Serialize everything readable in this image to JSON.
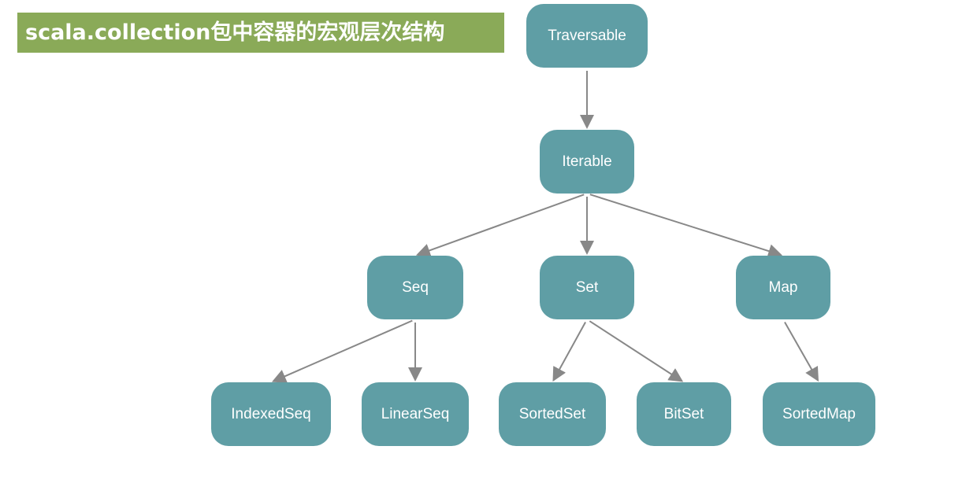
{
  "title": "scala.collection包中容器的宏观层次结构",
  "colors": {
    "title_background": "#8aaa58",
    "node_fill": "#5f9ea5",
    "arrow": "#888888"
  },
  "nodes": {
    "traversable": "Traversable",
    "iterable": "Iterable",
    "seq": "Seq",
    "set": "Set",
    "map": "Map",
    "indexed_seq": "IndexedSeq",
    "linear_seq": "LinearSeq",
    "sorted_set": "SortedSet",
    "bit_set": "BitSet",
    "sorted_map": "SortedMap"
  },
  "edges": [
    {
      "from": "traversable",
      "to": "iterable"
    },
    {
      "from": "iterable",
      "to": "seq"
    },
    {
      "from": "iterable",
      "to": "set"
    },
    {
      "from": "iterable",
      "to": "map"
    },
    {
      "from": "seq",
      "to": "indexed_seq"
    },
    {
      "from": "seq",
      "to": "linear_seq"
    },
    {
      "from": "set",
      "to": "sorted_set"
    },
    {
      "from": "set",
      "to": "bit_set"
    },
    {
      "from": "map",
      "to": "sorted_map"
    }
  ]
}
